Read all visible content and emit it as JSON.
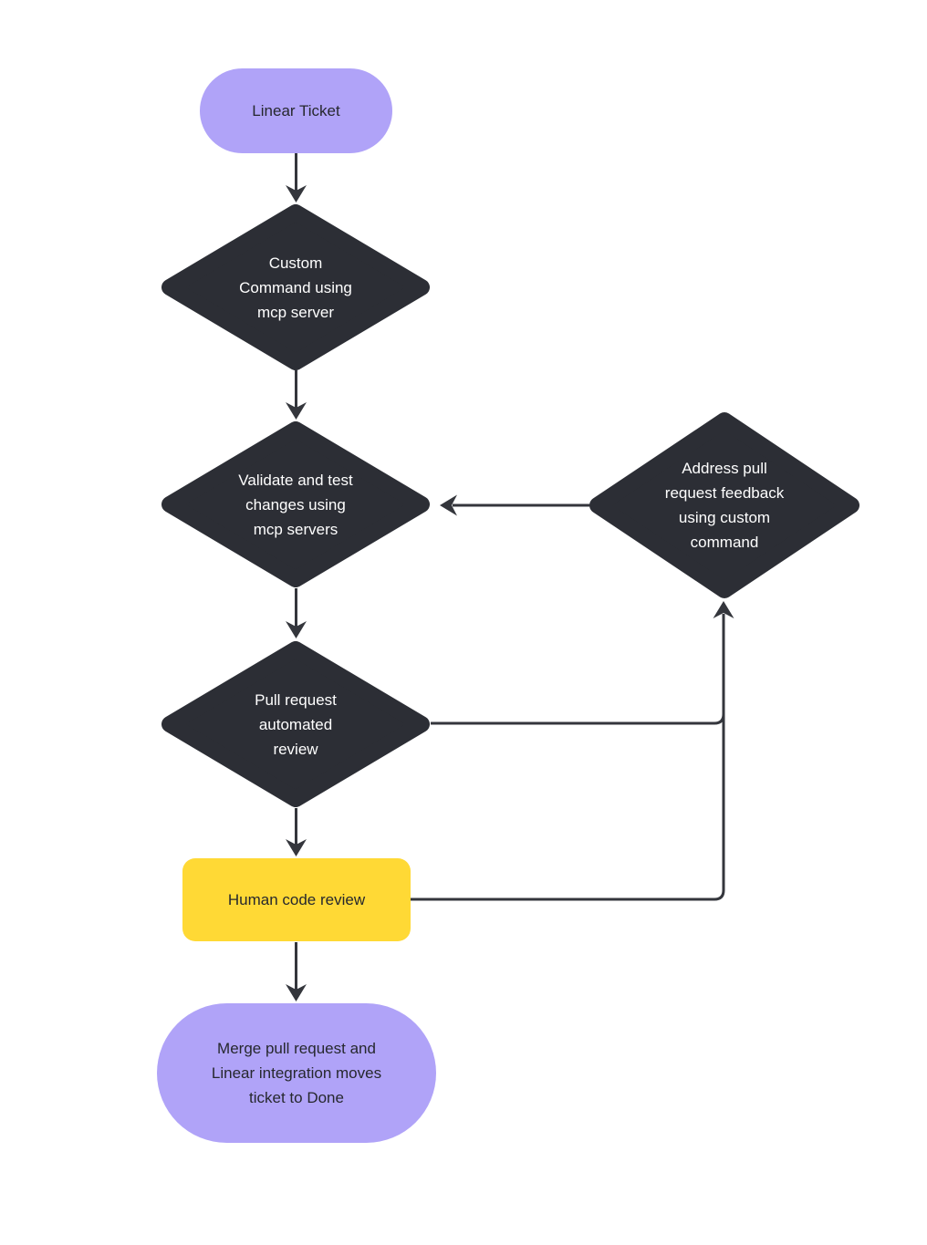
{
  "colors": {
    "background": "#ffffff",
    "node_purple": "#b0a3f8",
    "node_dark": "#2c2e35",
    "node_yellow": "#ffd935",
    "arrow": "#34363c",
    "text_dark": "#26282e",
    "text_light": "#ffffff"
  },
  "nodes": [
    {
      "id": "linear-ticket",
      "shape": "rounded",
      "label": "Linear Ticket"
    },
    {
      "id": "custom-command",
      "shape": "diamond",
      "label": "Custom\nCommand using\nmcp server"
    },
    {
      "id": "validate-test",
      "shape": "diamond",
      "label": "Validate and test\nchanges using\nmcp servers"
    },
    {
      "id": "pr-automated-review",
      "shape": "diamond",
      "label": "Pull request\nautomated\nreview"
    },
    {
      "id": "human-code-review",
      "shape": "rectangle",
      "label": "Human code review"
    },
    {
      "id": "merge-pr",
      "shape": "rounded",
      "label": "Merge pull request and\nLinear integration moves\nticket to Done"
    },
    {
      "id": "address-feedback",
      "shape": "diamond",
      "label": "Address pull\nrequest feedback\nusing custom\ncommand"
    }
  ],
  "edges": [
    {
      "from": "linear-ticket",
      "to": "custom-command"
    },
    {
      "from": "custom-command",
      "to": "validate-test"
    },
    {
      "from": "validate-test",
      "to": "pr-automated-review"
    },
    {
      "from": "pr-automated-review",
      "to": "human-code-review"
    },
    {
      "from": "human-code-review",
      "to": "merge-pr"
    },
    {
      "from": "address-feedback",
      "to": "validate-test"
    },
    {
      "from": "pr-automated-review",
      "to": "address-feedback"
    },
    {
      "from": "human-code-review",
      "to": "address-feedback"
    }
  ]
}
